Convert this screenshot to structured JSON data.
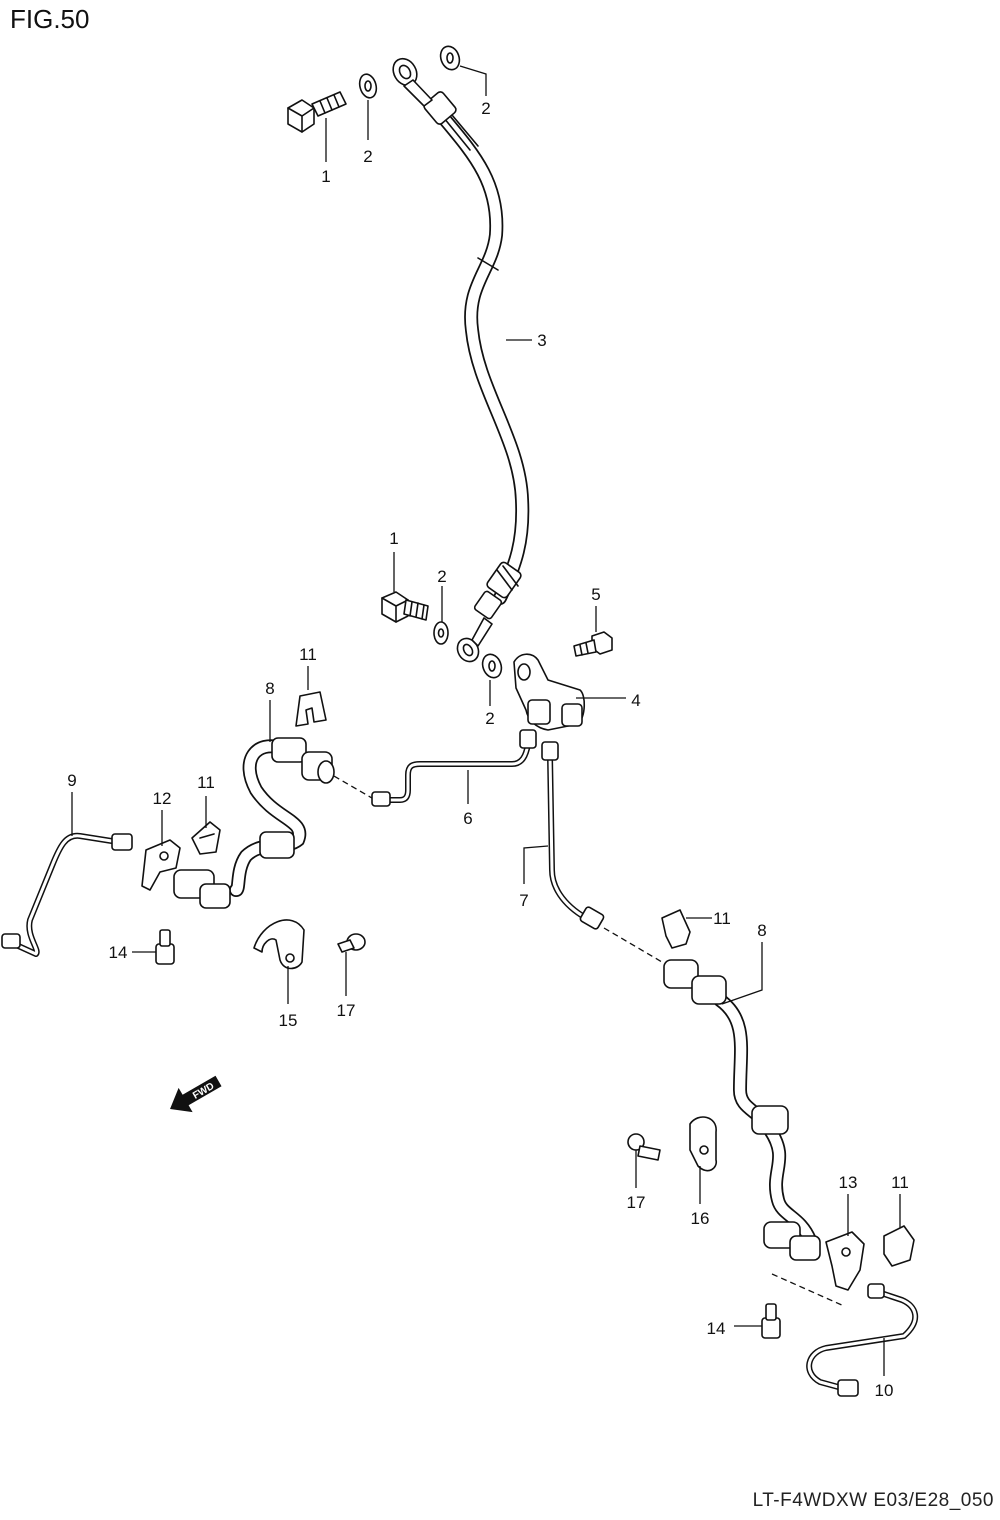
{
  "figure": {
    "title": "FIG.50",
    "model_code": "LT-F4WDXW E03/E28_050"
  },
  "direction_marker": {
    "label": "FWD"
  },
  "callouts": [
    {
      "id": "c1a",
      "label": "1"
    },
    {
      "id": "c2a",
      "label": "2"
    },
    {
      "id": "c2b",
      "label": "2"
    },
    {
      "id": "c3",
      "label": "3"
    },
    {
      "id": "c1b",
      "label": "1"
    },
    {
      "id": "c2c",
      "label": "2"
    },
    {
      "id": "c5",
      "label": "5"
    },
    {
      "id": "c2d",
      "label": "2"
    },
    {
      "id": "c4",
      "label": "4"
    },
    {
      "id": "c11a",
      "label": "11"
    },
    {
      "id": "c8a",
      "label": "8"
    },
    {
      "id": "c6",
      "label": "6"
    },
    {
      "id": "c9",
      "label": "9"
    },
    {
      "id": "c12",
      "label": "12"
    },
    {
      "id": "c11b",
      "label": "11"
    },
    {
      "id": "c7",
      "label": "7"
    },
    {
      "id": "c11c",
      "label": "11"
    },
    {
      "id": "c8b",
      "label": "8"
    },
    {
      "id": "c14a",
      "label": "14"
    },
    {
      "id": "c15",
      "label": "15"
    },
    {
      "id": "c17a",
      "label": "17"
    },
    {
      "id": "c17b",
      "label": "17"
    },
    {
      "id": "c16",
      "label": "16"
    },
    {
      "id": "c13",
      "label": "13"
    },
    {
      "id": "c11d",
      "label": "11"
    },
    {
      "id": "c14b",
      "label": "14"
    },
    {
      "id": "c10",
      "label": "10"
    }
  ]
}
